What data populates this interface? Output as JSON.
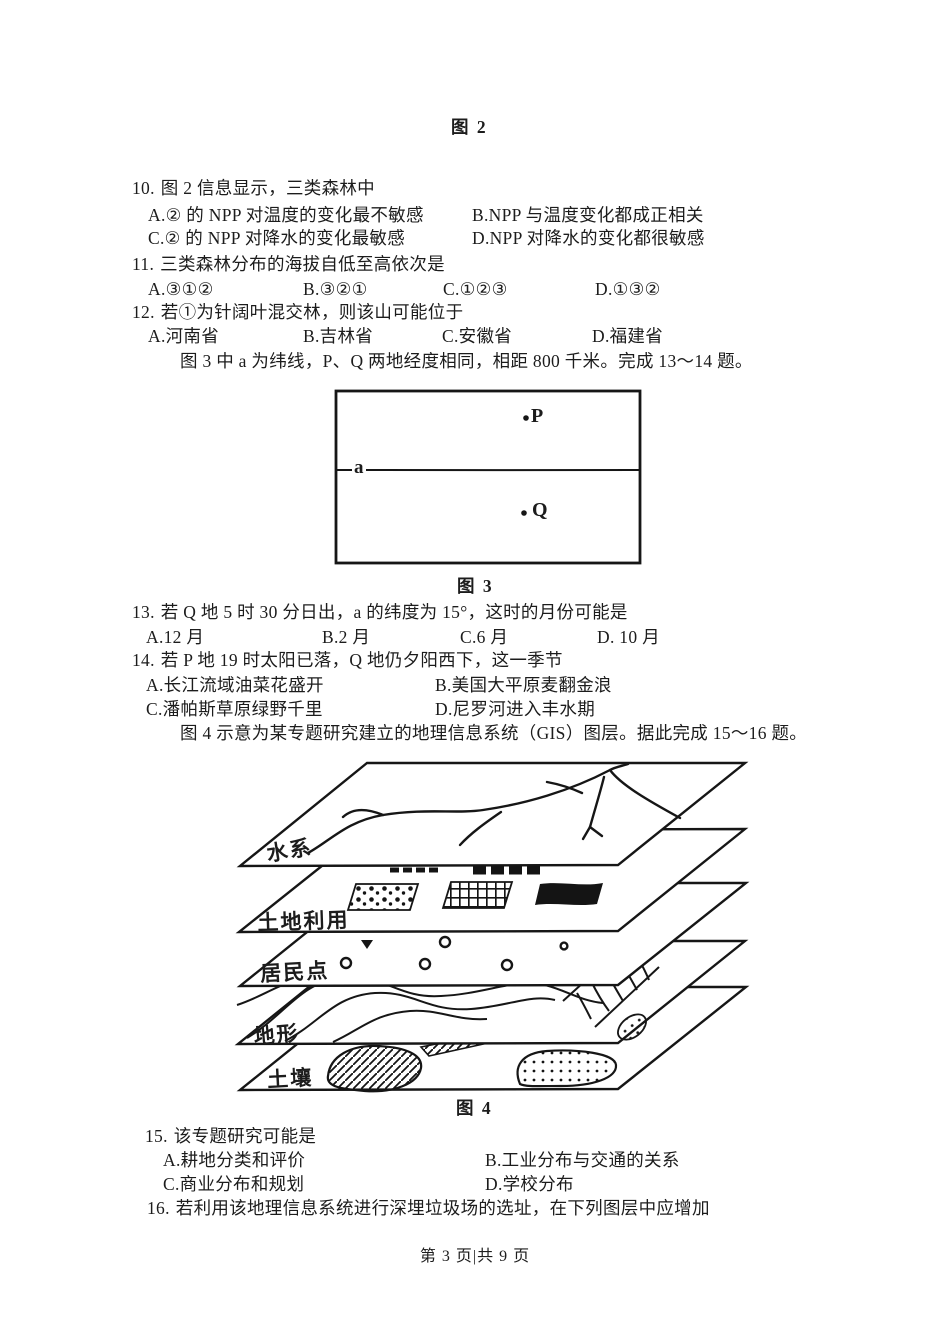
{
  "figure2": {
    "caption": "图 2"
  },
  "questions": {
    "q10": {
      "num": "10.",
      "stem": "图 2 信息显示，三类森林中",
      "a": "A.② 的 NPP 对温度的变化最不敏感",
      "b": "B.NPP 与温度变化都成正相关",
      "c": "C.② 的 NPP 对降水的变化最敏感",
      "d": "D.NPP 对降水的变化都很敏感"
    },
    "q11": {
      "num": "11.",
      "stem": "三类森林分布的海拔自低至高依次是",
      "a": "A.③①②",
      "b": "B.③②①",
      "c": "C.①②③",
      "d": "D.①③②"
    },
    "q12": {
      "num": "12.",
      "stem": "若①为针阔叶混交林，则该山可能位于",
      "a": "A.河南省",
      "b": "B.吉林省",
      "c": "C.安徽省",
      "d": "D.福建省"
    },
    "q13": {
      "num": "13.",
      "stem": "若 Q 地 5 时 30 分日出，a 的纬度为 15°，这时的月份可能是",
      "a": "A.12 月",
      "b": "B.2 月",
      "c": "C.6 月",
      "d": "D. 10 月"
    },
    "q14": {
      "num": "14.",
      "stem": "若 P 地 19 时太阳已落，Q 地仍夕阳西下，这一季节",
      "a": "A.长江流域油菜花盛开",
      "b": "B.美国大平原麦翻金浪",
      "c": "C.潘帕斯草原绿野千里",
      "d": "D.尼罗河进入丰水期"
    },
    "q15": {
      "num": "15.",
      "stem": "该专题研究可能是",
      "a": "A.耕地分类和评价",
      "b": "B.工业分布与交通的关系",
      "c": "C.商业分布和规划",
      "d": "D.学校分布"
    },
    "q16": {
      "num": "16.",
      "stem": "若利用该地理信息系统进行深埋垃圾场的选址，在下列图层中应增加"
    }
  },
  "figure3": {
    "intro": "图 3 中 a 为纬线，P、Q 两地经度相同，相距 800 千米。完成 13～14 题。",
    "caption": "图 3",
    "labels": {
      "a": "a",
      "p": "P",
      "q": "Q"
    }
  },
  "figure4": {
    "intro": "图 4 示意为某专题研究建立的地理信息系统（GIS）图层。据此完成 15～16 题。",
    "caption": "图 4",
    "layers": [
      "水系",
      "土地利用",
      "居民点",
      "地形",
      "土壤"
    ]
  },
  "footer": {
    "page_indicator": "第 3 页|共 9 页"
  }
}
